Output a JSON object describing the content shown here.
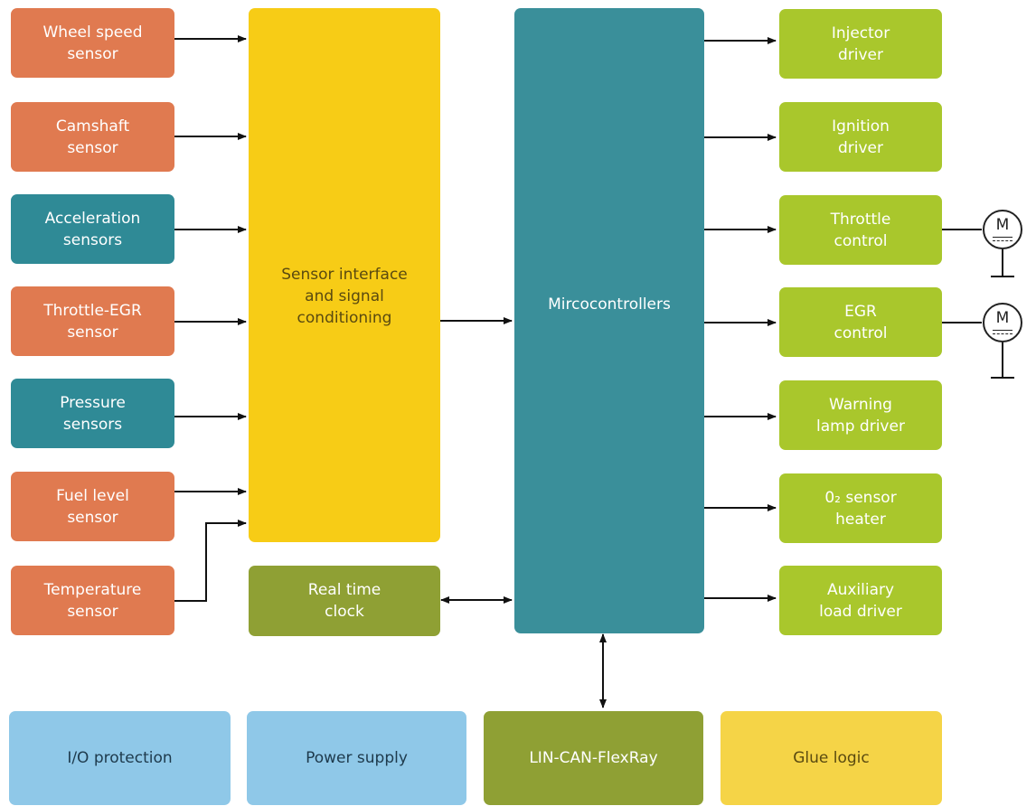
{
  "inputs": [
    {
      "label": "Wheel speed\nsensor",
      "color": "#e07a50"
    },
    {
      "label": "Camshaft\nsensor",
      "color": "#e07a50"
    },
    {
      "label": "Acceleration\nsensors",
      "color": "#2f8a96"
    },
    {
      "label": "Throttle-EGR\nsensor",
      "color": "#e07a50"
    },
    {
      "label": "Pressure\nsensors",
      "color": "#2f8a96"
    },
    {
      "label": "Fuel level\nsensor",
      "color": "#e07a50"
    },
    {
      "label": "Temperature\nsensor",
      "color": "#e07a50"
    }
  ],
  "interface": {
    "label": "Sensor interface\nand signal\nconditioning",
    "color": "#f7cc16"
  },
  "clock": {
    "label": "Real time\nclock",
    "color": "#8fa034"
  },
  "mcu": {
    "label": "Mircocontrollers",
    "color": "#3a8f9a"
  },
  "outputs": [
    {
      "label": "Injector\ndriver"
    },
    {
      "label": "Ignition\ndriver"
    },
    {
      "label": "Throttle\ncontrol"
    },
    {
      "label": "EGR\ncontrol"
    },
    {
      "label": "Warning\nlamp driver"
    },
    {
      "label": "0₂ sensor\nheater"
    },
    {
      "label": "Auxiliary\nload driver"
    }
  ],
  "output_color": "#a9c72c",
  "motors": [
    {
      "symbol": "M"
    },
    {
      "symbol": "M"
    }
  ],
  "bottom": [
    {
      "label": "I/O protection",
      "color": "#8fc8e8"
    },
    {
      "label": "Power supply",
      "color": "#8fc8e8"
    },
    {
      "label": "LIN-CAN-FlexRay",
      "color": "#8fa034"
    },
    {
      "label": "Glue logic",
      "color": "#f5d447"
    }
  ]
}
